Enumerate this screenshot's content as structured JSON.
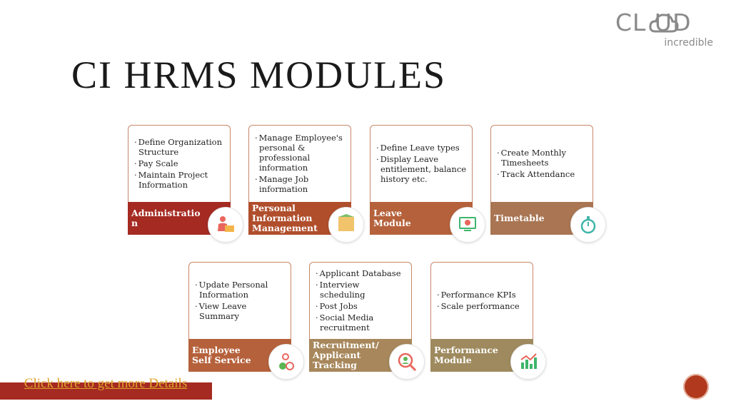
{
  "logo": {
    "word": "CL  UD",
    "sub": "incredible"
  },
  "title": "CI HRMS MODULES",
  "modules": [
    {
      "items": [
        "Define Organization Structure",
        "Pay Scale",
        "Maintain Project Information"
      ],
      "label": "Administratio n",
      "icon": "person-folder-icon"
    },
    {
      "items": [
        "Manage Employee's personal & professional information",
        "Manage Job information"
      ],
      "label": "Personal Information Management",
      "icon": "folder-icon"
    },
    {
      "items": [
        "Define Leave types",
        "Display Leave entitlement, balance history etc."
      ],
      "label": "Leave Module",
      "icon": "monitor-chart-icon"
    },
    {
      "items": [
        "Create Monthly Timesheets",
        "Track Attendance"
      ],
      "label": "Timetable",
      "icon": "stopwatch-icon"
    },
    {
      "items": [
        "Update Personal Information",
        "View Leave Summary"
      ],
      "label": "Employee Self Service",
      "icon": "user-gear-icon"
    },
    {
      "items": [
        "Applicant Database",
        "Interview scheduling",
        "Post Jobs",
        "Social Media recruitment"
      ],
      "label": "Recruitment/ Applicant Tracking",
      "icon": "user-search-icon"
    },
    {
      "items": [
        "Performance KPIs",
        "Scale performance"
      ],
      "label": "Performance Module",
      "icon": "bar-chart-icon"
    }
  ],
  "cta": "Click here to get more Details"
}
